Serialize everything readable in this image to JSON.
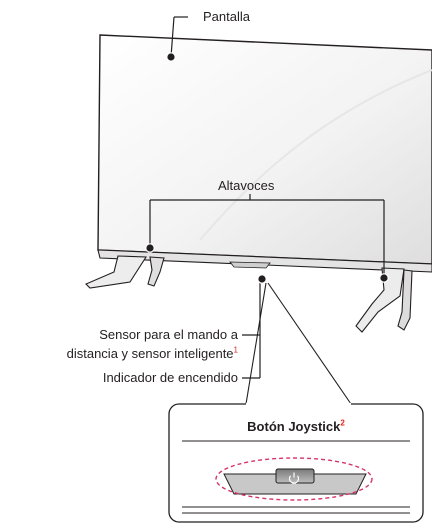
{
  "labels": {
    "screen": "Pantalla",
    "speakers": "Altavoces",
    "remote_sensor_line1": "Sensor para el mando a",
    "remote_sensor_line2": "distancia y sensor inteligente",
    "remote_sensor_note": "1",
    "power_indicator": "Indicador de encendido",
    "joystick_button": "Botón Joystick",
    "joystick_note": "2"
  },
  "colors": {
    "line": "#231f20",
    "highlight_dash": "#d6336c",
    "footnote": "#e2231a",
    "panel_gray": "#f2f2f2",
    "panel_dark": "#d9d9d9"
  },
  "icons": {
    "power_button": "power-icon"
  }
}
